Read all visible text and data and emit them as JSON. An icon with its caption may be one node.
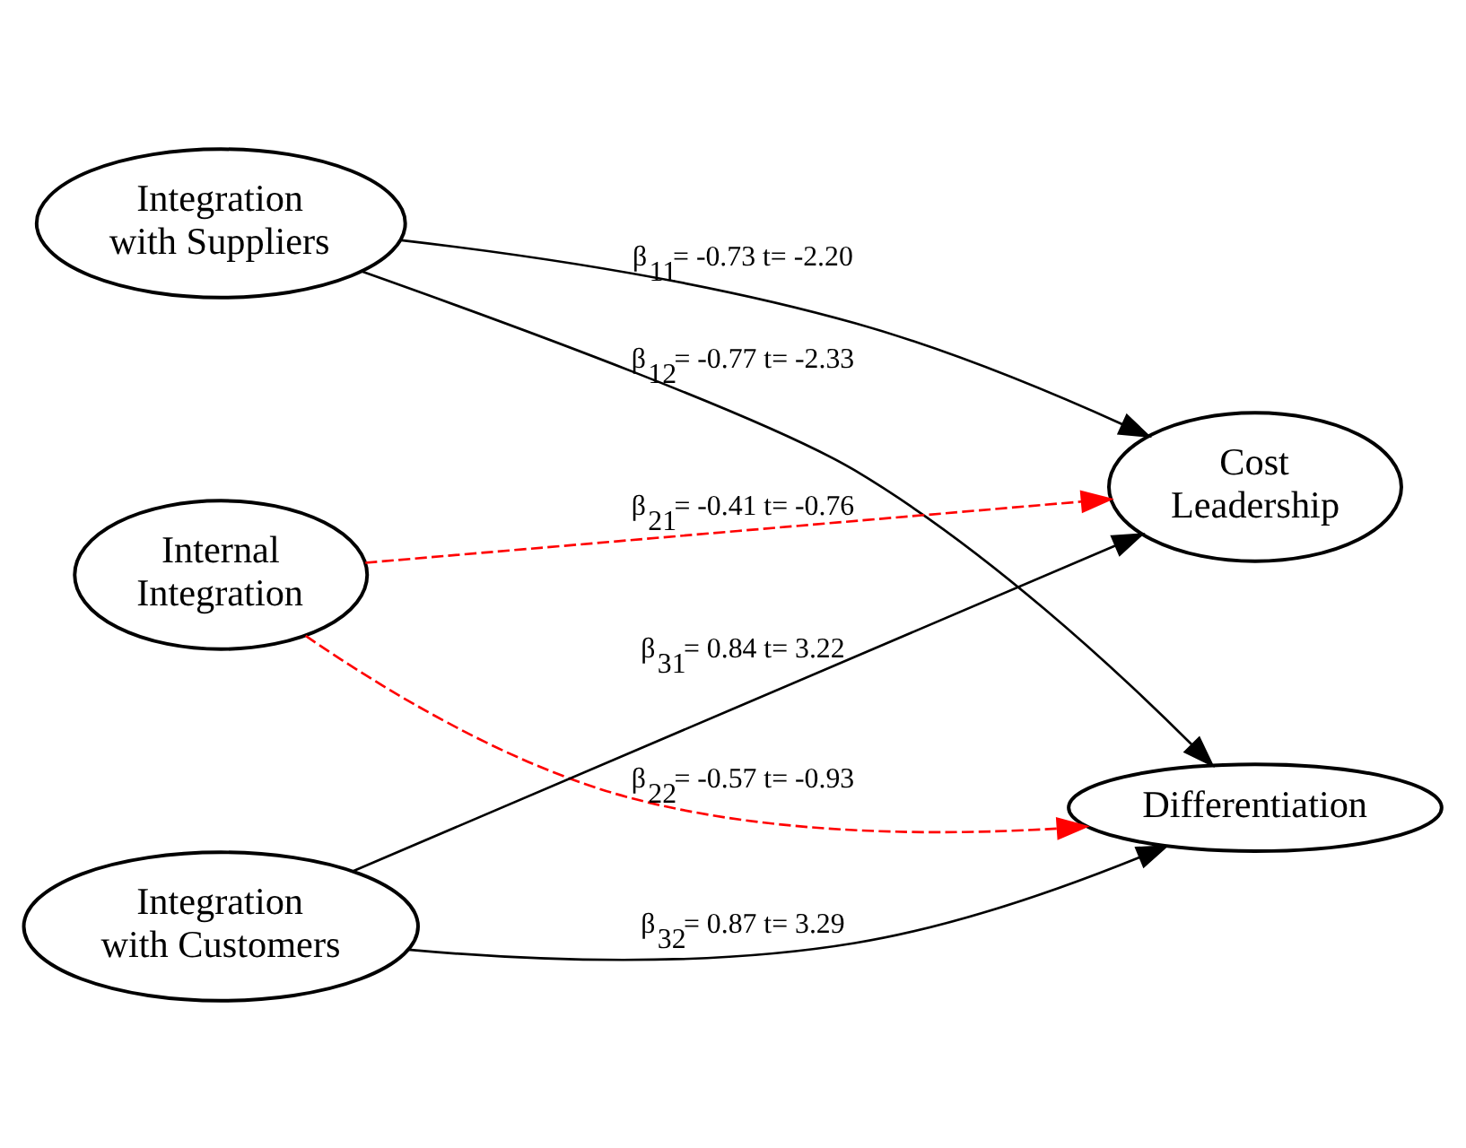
{
  "diagram": {
    "nodes": [
      {
        "text": [
          "Integration with Suppliers"
        ]
      },
      {
        "text": [
          "Internal Integration"
        ]
      },
      {
        "text": [
          "Integration with Customers"
        ]
      },
      {
        "text": [
          "Cost Leadership"
        ]
      },
      {
        "text": [
          "Differentiation"
        ]
      }
    ],
    "edges": [
      {
        "from": 0,
        "to": 3,
        "arrow": "to",
        "label": "β$_{11}$= -0.73 t= -2.20"
      },
      {
        "from": 0,
        "to": 4,
        "arrow": "to",
        "label": "β$_{12}$= -0.77 t= -2.33"
      },
      {
        "from": 1,
        "to": 3,
        "arrow": "to",
        "label": "β$_{21}$= -0.41 t= -0.76",
        "style": "dashed",
        "color": "#ff0000"
      },
      {
        "from": 1,
        "to": 4,
        "arrow": "to",
        "label": "β$_{22}$= -0.57 t= -0.93",
        "style": "dashed",
        "color": "#ff0000"
      },
      {
        "from": 2,
        "to": 3,
        "arrow": "to",
        "label": "β$_{31}$= 0.84 t= 3.22"
      },
      {
        "from": 2,
        "to": 4,
        "arrow": "to",
        "label": "β$_{32}$= 0.87 t= 3.29"
      }
    ]
  }
}
